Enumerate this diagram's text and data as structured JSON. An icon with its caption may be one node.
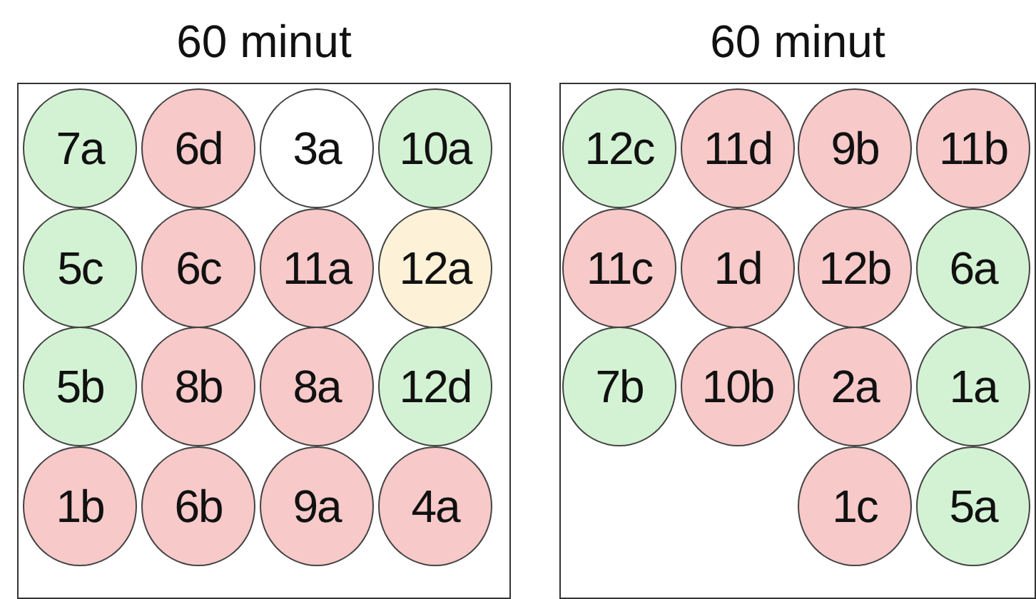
{
  "diagram": {
    "nodes": [
      {
        "text": [
          "60 minut"
        ]
      },
      {
        "text": [
          "7a"
        ],
        "in": 0
      },
      {
        "text": [
          "6d"
        ],
        "in": 0
      },
      {
        "text": [
          "3a"
        ],
        "in": 0
      },
      {
        "text": [
          "10a"
        ],
        "in": 0
      },
      {
        "text": [
          "5c"
        ],
        "in": 0
      },
      {
        "text": [
          "6c"
        ],
        "in": 0
      },
      {
        "text": [
          "11a"
        ],
        "in": 0
      },
      {
        "text": [
          "12a"
        ],
        "in": 0
      },
      {
        "text": [
          "5b"
        ],
        "in": 0
      },
      {
        "text": [
          "8b"
        ],
        "in": 0
      },
      {
        "text": [
          "8a"
        ],
        "in": 0
      },
      {
        "text": [
          "12d"
        ],
        "in": 0
      },
      {
        "text": [
          "1b"
        ],
        "in": 0
      },
      {
        "text": [
          "6b"
        ],
        "in": 0
      },
      {
        "text": [
          "9a"
        ],
        "in": 0
      },
      {
        "text": [
          "4a"
        ],
        "in": 0
      },
      {
        "text": [
          "60 minut"
        ]
      },
      {
        "text": [
          "12c"
        ],
        "in": 17
      },
      {
        "text": [
          "11d"
        ],
        "in": 17
      },
      {
        "text": [
          "9b"
        ],
        "in": 17
      },
      {
        "text": [
          "11b"
        ],
        "in": 17
      },
      {
        "text": [
          "11c"
        ],
        "in": 17
      },
      {
        "text": [
          "1d"
        ],
        "in": 17
      },
      {
        "text": [
          "12b"
        ],
        "in": 17
      },
      {
        "text": [
          "6a"
        ],
        "in": 17
      },
      {
        "text": [
          "7b"
        ],
        "in": 17
      },
      {
        "text": [
          "10b"
        ],
        "in": 17
      },
      {
        "text": [
          "2a"
        ],
        "in": 17
      },
      {
        "text": [
          "1a"
        ],
        "in": 17
      },
      {
        "text": [
          "1c"
        ],
        "in": 17
      },
      {
        "text": [
          "5a"
        ],
        "in": 17
      }
    ]
  }
}
